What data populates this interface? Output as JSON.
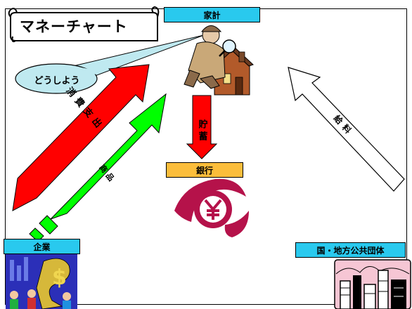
{
  "title": "マネーチャート",
  "speech": "どうしよう",
  "nodes": {
    "household": "家計",
    "bank": "銀行",
    "company": "企業",
    "government": "国・地方公共団体"
  },
  "flows": {
    "consumption": "消費支出",
    "goods": "商品",
    "savings": "貯蓄",
    "wages": "給料"
  },
  "colors": {
    "red_arrow": "#ff0000",
    "green_arrow": "#00ff00",
    "label_cyan": "#29c9ee",
    "label_orange": "#fbbd3b",
    "bank_logo": "#b5124a"
  }
}
